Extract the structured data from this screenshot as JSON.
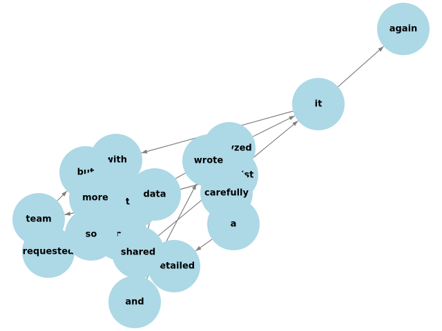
{
  "diagram": {
    "type": "directed-word-graph",
    "colors": {
      "node_fill": "#add8e6",
      "edge": "#808080",
      "label": "#000000",
      "background": "#ffffff"
    },
    "nodes": [
      {
        "id": "the",
        "label": "the"
      },
      {
        "id": "scientist",
        "label": "scientist"
      },
      {
        "id": "carefully",
        "label": "carefully"
      },
      {
        "id": "analyzed",
        "label": "analyzed"
      },
      {
        "id": "data",
        "label": "data"
      },
      {
        "id": "and",
        "label": "and"
      },
      {
        "id": "wrote",
        "label": "wrote"
      },
      {
        "id": "a",
        "label": "a"
      },
      {
        "id": "detailed",
        "label": "detailed"
      },
      {
        "id": "report",
        "label": "report"
      },
      {
        "id": "shared",
        "label": "shared"
      },
      {
        "id": "it",
        "label": "it"
      },
      {
        "id": "with",
        "label": "with"
      },
      {
        "id": "team",
        "label": "team"
      },
      {
        "id": "but",
        "label": "but"
      },
      {
        "id": "more",
        "label": "more"
      },
      {
        "id": "requested",
        "label": "requested"
      },
      {
        "id": "so",
        "label": "so"
      },
      {
        "id": "again",
        "label": "again"
      }
    ],
    "edges": [
      {
        "from": "the",
        "to": "scientist"
      },
      {
        "from": "scientist",
        "to": "carefully"
      },
      {
        "from": "carefully",
        "to": "analyzed"
      },
      {
        "from": "analyzed",
        "to": "the"
      },
      {
        "from": "the",
        "to": "data"
      },
      {
        "from": "data",
        "to": "and"
      },
      {
        "from": "and",
        "to": "wrote"
      },
      {
        "from": "wrote",
        "to": "a"
      },
      {
        "from": "a",
        "to": "detailed"
      },
      {
        "from": "detailed",
        "to": "report"
      },
      {
        "from": "report",
        "to": "and"
      },
      {
        "from": "and",
        "to": "shared"
      },
      {
        "from": "shared",
        "to": "it"
      },
      {
        "from": "it",
        "to": "with"
      },
      {
        "from": "with",
        "to": "the"
      },
      {
        "from": "the",
        "to": "team"
      },
      {
        "from": "team",
        "to": "but"
      },
      {
        "from": "but",
        "to": "the"
      },
      {
        "from": "the",
        "to": "team"
      },
      {
        "from": "team",
        "to": "requested"
      },
      {
        "from": "requested",
        "to": "more"
      },
      {
        "from": "more",
        "to": "data"
      },
      {
        "from": "data",
        "to": "so"
      },
      {
        "from": "so",
        "to": "the"
      },
      {
        "from": "the",
        "to": "scientist"
      },
      {
        "from": "scientist",
        "to": "analyzed"
      },
      {
        "from": "analyzed",
        "to": "it"
      },
      {
        "from": "it",
        "to": "again"
      }
    ]
  }
}
